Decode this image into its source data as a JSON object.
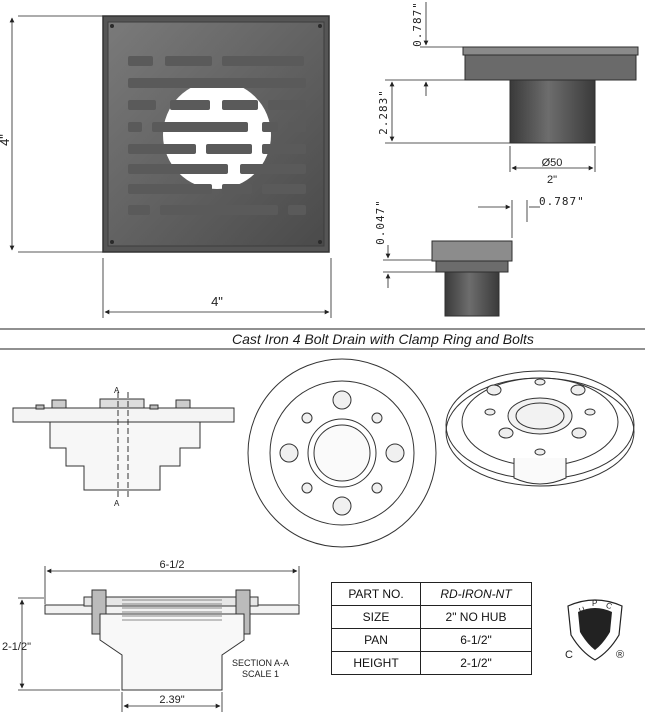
{
  "caption": "Cast Iron 4 Bolt Drain with Clamp Ring and Bolts",
  "grate_dims": {
    "height": "4\"",
    "width": "4\""
  },
  "side_view_dims": {
    "top": "0.787\"",
    "height": "2.283\"",
    "diameter": "Ø50",
    "pipe": "2\""
  },
  "adjust_dims": {
    "flange": "0.047\"",
    "offset": "0.787\""
  },
  "section_dims": {
    "width": "6-1/2",
    "height": "2-1/2\"",
    "outlet": "2.39\""
  },
  "section_markers": {
    "top": "A",
    "bottom": "A"
  },
  "section_label": {
    "line1": "SECTION  A-A",
    "line2": "SCALE 1"
  },
  "spec_table": {
    "rows": [
      {
        "key": "PART NO.",
        "value": "RD-IRON-NT"
      },
      {
        "key": "SIZE",
        "value": "2\" NO HUB"
      },
      {
        "key": "PAN",
        "value": "6-1/2\""
      },
      {
        "key": "HEIGHT",
        "value": "2-1/2\""
      }
    ]
  },
  "upc_logo": {
    "letters": [
      "U",
      "P",
      "C"
    ],
    "left_mark": "C",
    "right_mark": "®"
  }
}
